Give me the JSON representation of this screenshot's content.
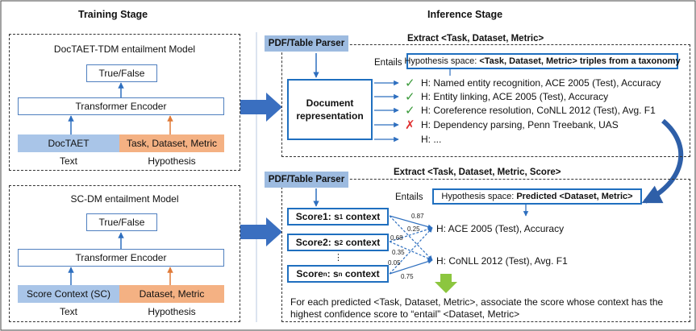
{
  "training": {
    "title": "Training Stage",
    "model1": {
      "title": "DocTAET-TDM entailment Model",
      "output": "True/False",
      "encoder": "Transformer Encoder",
      "input_text": "DocTAET",
      "input_hyp": "Task, Dataset, Metric",
      "caption_text": "Text",
      "caption_hyp": "Hypothesis"
    },
    "model2": {
      "title": "SC-DM entailment Model",
      "output": "True/False",
      "encoder": "Transformer Encoder",
      "input_text": "Score Context (SC)",
      "input_hyp": "Dataset, Metric",
      "caption_text": "Text",
      "caption_hyp": "Hypothesis"
    }
  },
  "inference": {
    "title": "Inference Stage",
    "top": {
      "parser": "PDF/Table Parser",
      "extract": "Extract <Task, Dataset, Metric>",
      "entails": "Entails",
      "hyp_space_prefix": "Hypothesis space: ",
      "hyp_space_bold": "<Task, Dataset, Metric> triples from a taxonomy",
      "doc_repr": "Document representation",
      "hypotheses": [
        {
          "mark": "✓",
          "text": "H: Named entity recognition, ACE 2005 (Test), Accuracy"
        },
        {
          "mark": "✓",
          "text": "H: Entity linking, ACE 2005 (Test), Accuracy"
        },
        {
          "mark": "✓",
          "text": "H: Coreference resolution, CoNLL 2012 (Test), Avg. F1"
        },
        {
          "mark": "✗",
          "text": "H: Dependency parsing, Penn Treebank, UAS"
        },
        {
          "mark": "",
          "text": "H: ..."
        }
      ]
    },
    "bottom": {
      "parser": "PDF/Table Parser",
      "extract": "Extract <Task, Dataset, Metric, Score>",
      "entails": "Entails",
      "hyp_space_prefix": "Hypothesis space: ",
      "hyp_space_bold": "Predicted <Dataset, Metric>",
      "score1": {
        "label": "Score1: s",
        "sub": "1",
        "suffix": " context"
      },
      "score2": {
        "label": "Score2: s",
        "sub": "2",
        "suffix": " context"
      },
      "scoren": {
        "label": "Score",
        "sub": "n",
        "mid": ": s",
        "sub2": "n",
        "suffix": " context"
      },
      "ellipsis": "⋮",
      "h1": "H: ACE 2005 (Test), Accuracy",
      "h2": "H: CoNLL 2012 (Test), Avg. F1",
      "weights": [
        "0.87",
        "0.25",
        "0.68",
        "0.35",
        "0.05",
        "0.75"
      ],
      "footer": "For each predicted <Task, Dataset, Metric>, associate the score whose context has the highest confidence score to “entail” <Dataset, Metric>"
    }
  },
  "colors": {
    "accent_blue": "#1f6fbf",
    "input_blue": "#a9c5e8",
    "input_orange": "#f4b183",
    "check_green": "#3a9a3a",
    "cross_red": "#e03030",
    "down_arrow_green": "#8cc63f"
  }
}
